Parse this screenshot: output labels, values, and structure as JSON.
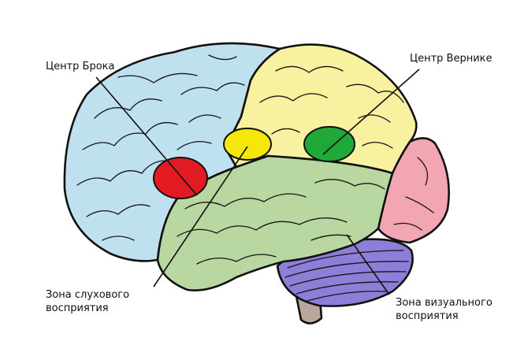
{
  "labels": {
    "broca": "Центр Брока",
    "wernicke": "Центр Вернике",
    "auditory": "Зона слухового\nвосприятия",
    "visual": "Зона визуального\nвосприятия"
  },
  "colors": {
    "frontal": "#bfe0ef",
    "parietal": "#f8f2a0",
    "temporal": "#b9d7a0",
    "occipital": "#f2a6b2",
    "cerebellum": "#8f7ed8",
    "brainstem": "#b8a79a",
    "broca_area": "#e21b22",
    "wernicke_area": "#20a838",
    "auditory_spot": "#f6e70a",
    "outline": "#111111"
  }
}
